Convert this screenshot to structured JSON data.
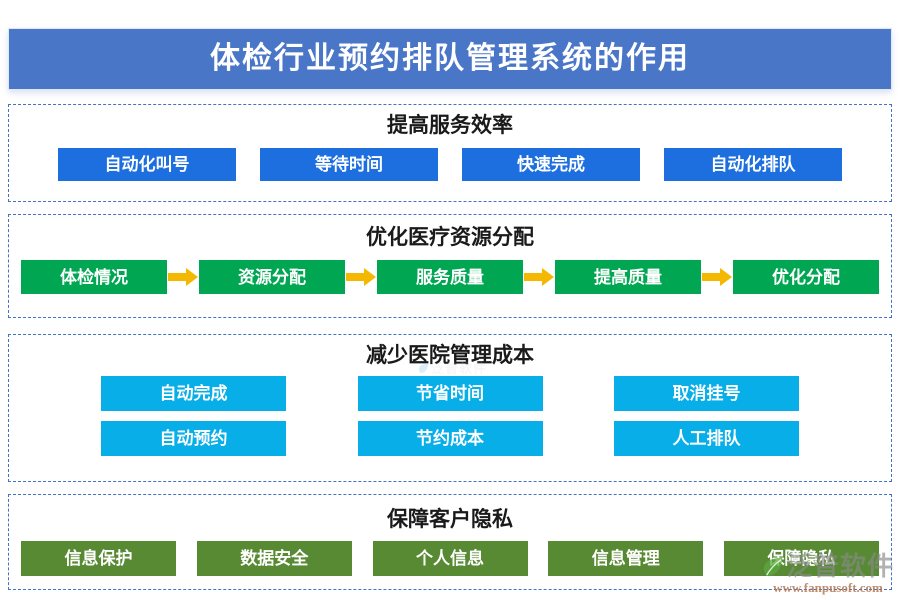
{
  "header": {
    "title": "体检行业预约排队管理系统的作用",
    "background_color": "#4A76C8",
    "text_color": "#FFFFFF"
  },
  "sections": [
    {
      "id": "improve-service-efficiency",
      "heading": "提高服务效率",
      "chip_color": "#1D6FE0",
      "layout": "single-row",
      "items": [
        "自动化叫号",
        "等待时间",
        "快速完成",
        "自动化排队"
      ]
    },
    {
      "id": "optimize-medical-resource-allocation",
      "heading": "优化医疗资源分配",
      "chip_color": "#00A651",
      "arrow_color": "#F5B800",
      "layout": "flow-with-arrows",
      "items": [
        "体检情况",
        "资源分配",
        "服务质量",
        "提高质量",
        "优化分配"
      ]
    },
    {
      "id": "reduce-hospital-management-cost",
      "heading": "减少医院管理成本",
      "chip_color": "#07AEE8",
      "layout": "grid-3x2",
      "rows": [
        [
          "自动完成",
          "节省时间",
          "取消挂号"
        ],
        [
          "自动预约",
          "节约成本",
          "人工排队"
        ]
      ]
    },
    {
      "id": "protect-customer-privacy",
      "heading": "保障客户隐私",
      "chip_color": "#588A34",
      "layout": "single-row",
      "items": [
        "信息保护",
        "数据安全",
        "个人信息",
        "信息管理",
        "保障隐私"
      ]
    }
  ],
  "watermark": {
    "name": "泛普软件",
    "url": "www.fanpusoft.com"
  },
  "panel_border_color": "#4472C4"
}
